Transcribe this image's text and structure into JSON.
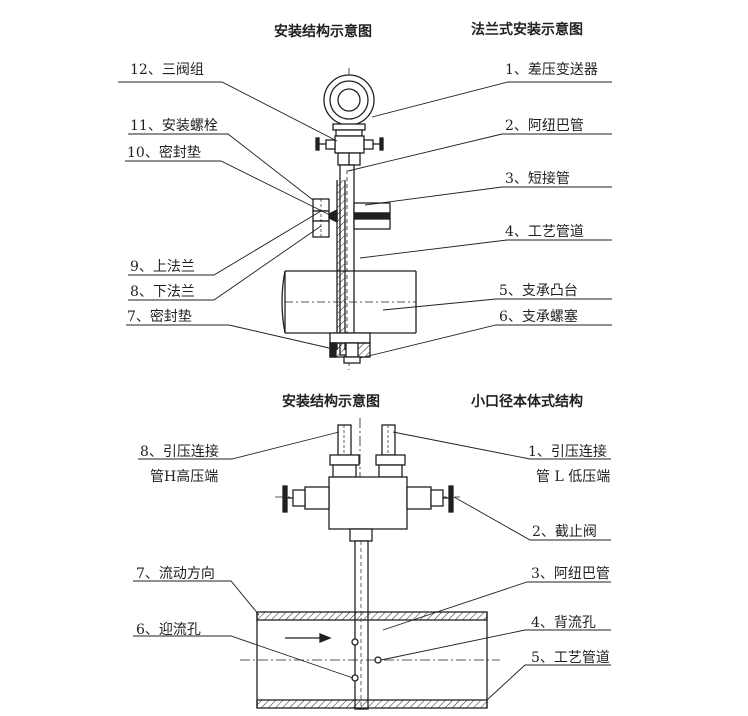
{
  "top": {
    "title_left": "安装结构示意图",
    "title_right": "法兰式安装示意图",
    "left_labels": [
      "12、三阀组",
      "11、安装螺栓",
      "10、密封垫",
      "9、上法兰",
      "8、下法兰",
      "7、密封垫"
    ],
    "right_labels": [
      "1、差压变送器",
      "2、阿纽巴管",
      "3、短接管",
      "4、工艺管道",
      "5、支承凸台",
      "6、支承螺塞"
    ]
  },
  "bottom": {
    "title_left": "安装结构示意图",
    "title_right": "小口径本体式结构",
    "left_labels": {
      "l8a": "8、引压连接",
      "l8b": "管H高压端",
      "l7": "7、流动方向",
      "l6": "6、迎流孔"
    },
    "right_labels": {
      "r1a": "1、引压连接",
      "r1b": "管 L 低压端",
      "r2": "2、截止阀",
      "r3": "3、阿纽巴管",
      "r4": "4、背流孔",
      "r5": "5、工艺管道"
    }
  }
}
